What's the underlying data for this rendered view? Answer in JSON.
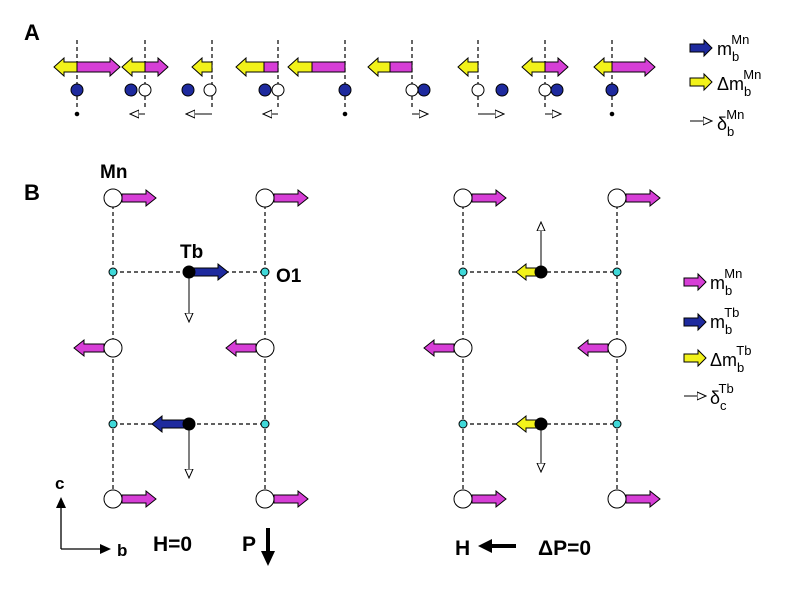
{
  "panels": {
    "A": "A",
    "B": "B"
  },
  "legend_a": [
    {
      "main": "m",
      "sub": "b",
      "sup": "Mn",
      "icon": "blue-arrow-icon"
    },
    {
      "main": "Δm",
      "sub": "b",
      "sup": "Mn",
      "icon": "yellow-arrow-icon"
    },
    {
      "main": "δ",
      "sub": "b",
      "sup": "Mn",
      "icon": "open-arrow-icon"
    }
  ],
  "legend_b": [
    {
      "main": "m",
      "sub": "b",
      "sup": "Mn",
      "icon": "magenta-arrow-icon"
    },
    {
      "main": "m",
      "sub": "b",
      "sup": "Tb",
      "icon": "blue-arrow-icon"
    },
    {
      "main": "Δm",
      "sub": "b",
      "sup": "Tb",
      "icon": "yellow-arrow-icon"
    },
    {
      "main": "δ",
      "sub": "c",
      "sup": "Tb",
      "icon": "open-arrow-icon"
    }
  ],
  "labels": {
    "mn": "Mn",
    "tb": "Tb",
    "o1": "O1",
    "axis_c": "c",
    "axis_b": "b",
    "h_zero": "H=0",
    "p": "P",
    "h": "H",
    "delta_p_zero": "ΔP=0"
  },
  "colors": {
    "magenta": "#d63ed6",
    "blue": "#1e2a9e",
    "yellow": "#f2f21a",
    "cyan": "#40d8d8",
    "black": "#000000"
  }
}
